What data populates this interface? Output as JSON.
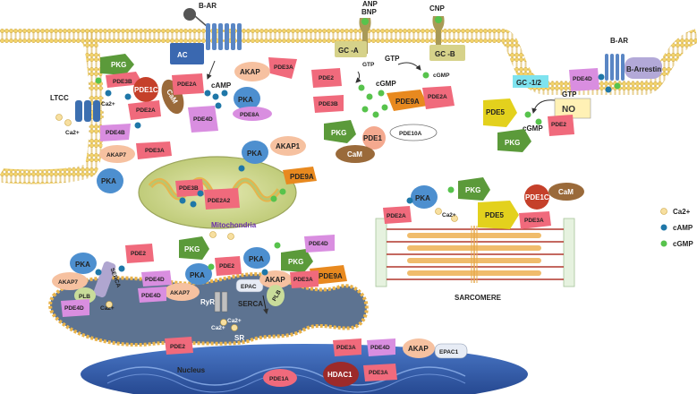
{
  "colors": {
    "pde_pink": "#f06a7c",
    "pde_dark": "#c2374f",
    "pkg_green": "#5b9a3a",
    "pka_blue": "#4d8fcf",
    "akap_peach": "#f6c1a0",
    "pde_orange": "#e8891f",
    "cam_brown": "#9a6a3a",
    "pde1c_red": "#c5402a",
    "pde4_violet": "#d98ee0",
    "membrane_yellow": "#f3d36a",
    "mito_green": "#c9d489",
    "sr_gray": "#5d7391",
    "nucleus_blue": "#2f5aa8",
    "camp_teal": "#1f77a8",
    "cgmp_green": "#57c34c",
    "ca_cream": "#f7dfa0"
  },
  "icons": {
    "camp": "blue-dot-icon",
    "cgmp": "green-dot-icon",
    "ca": "cream-dot-icon"
  },
  "labels": {
    "b_ar_top": "B-AR",
    "ac": "AC",
    "camp_membrane": "cAMP",
    "akap_top": "AKAP",
    "pde3a_top": "PDE3A",
    "pde2a_top": "PDE2A",
    "pka_top": "PKA",
    "pde8a": "PDE8A",
    "pde4d_top": "PDE4D",
    "anp_bnp": "ANP\nBNP",
    "cnp": "CNP",
    "gc_a": "GC -A",
    "gc_b": "GC -B",
    "gtp_a": "GTP",
    "gtp_b": "GTP",
    "cgmp_a": "cGMP",
    "cgmp_b": "cGMP",
    "pde2_gc": "PDE2",
    "pde3b_gc": "PDE3B",
    "pde9a_gc": "PDE9A",
    "pde2a_gc": "PDE2A",
    "pkg_gc": "PKG",
    "pde1_gc": "PDE1",
    "pde10a": "PDE10A",
    "cam_gc": "CaM",
    "gc_12": "GC -1/2",
    "gtp_no": "GTP",
    "no": "NO",
    "cgmp_no": "cGMP",
    "pde5_no": "PDE5",
    "pde2_no": "PDE2",
    "pkg_no": "PKG",
    "b_ar_right": "B-AR",
    "b_arrestin": "B-Arrestin",
    "pde4d_right": "PDE4D",
    "ltcc": "LTCC",
    "ca_ltcc": "Ca2+",
    "ca_ltcc2": "Ca2+",
    "pkg_ltcc": "PKG",
    "pde3b_ltcc": "PDE3B",
    "pde1c_ltcc": "PDE1C",
    "cam_ltcc": "CaM",
    "pde2a_ltcc": "PDE2A",
    "pde4b": "PDE4B",
    "akap7_ltcc": "AKAP7",
    "pde3a_ltcc": "PDE3A",
    "pka_ltcc": "PKA",
    "pka_mito": "PKA",
    "akap1": "AKAP1",
    "pde9a_mito": "PDE9A",
    "pde3b_mito": "PDE3B",
    "pde2a2": "PDE2A2",
    "mitochondria": "Mitochondria",
    "pka_sarc": "PKA",
    "pkg_sarc": "PKG",
    "pde1c_sarc": "PDE1C",
    "cam_sarc": "CaM",
    "pde2a_sarc": "PDE2A",
    "ca_sarc": "Ca2+",
    "pde5_sarc": "PDE5",
    "pde3a_sarc": "PDE3A",
    "sarcomere": "SARCOMERE",
    "legend_ca": "Ca2+",
    "legend_camp": "cAMP",
    "legend_cgmp": "cGMP",
    "pka_sr1": "PKA",
    "serca_left": "SERCA",
    "pde2_sr": "PDE2",
    "pkg_sr": "PKG",
    "pde4d_sr_a": "PDE4D",
    "akap7_sr1": "AKAP7",
    "pde4d_sr_b": "PDE4D",
    "pka_sr2": "PKA",
    "pde2_sr2": "PDE2",
    "pka_sr3": "PKA",
    "pkg_sr2": "PKG",
    "pde4d_sr_c": "PDE4D",
    "pde9a_sr": "PDE9A",
    "akap7_sr2": "AKAP7",
    "plb_left": "PLB",
    "pde4d_sr_d": "PDE4D",
    "ca_sr": "Ca2+",
    "ryr": "RyR",
    "ca_sr2": "Ca2+",
    "ca_sr3": "Ca2+",
    "epac": "EPAC",
    "akap_sr": "AKAP",
    "pde3a_sr": "PDE3A",
    "serca_right": "SERCA",
    "plb_right": "PLB",
    "sr": "SR",
    "pde2_nuc": "PDE2",
    "pde3a_nuc": "PDE3A",
    "pde4d_nuc": "PDE4D",
    "akap_nuc": "AKAP",
    "epac1": "EPAC1",
    "nucleus": "Nucleus",
    "pde1a": "PDE1A",
    "hdac1": "HDAC1",
    "pde3a_nuc2": "PDE3A"
  }
}
